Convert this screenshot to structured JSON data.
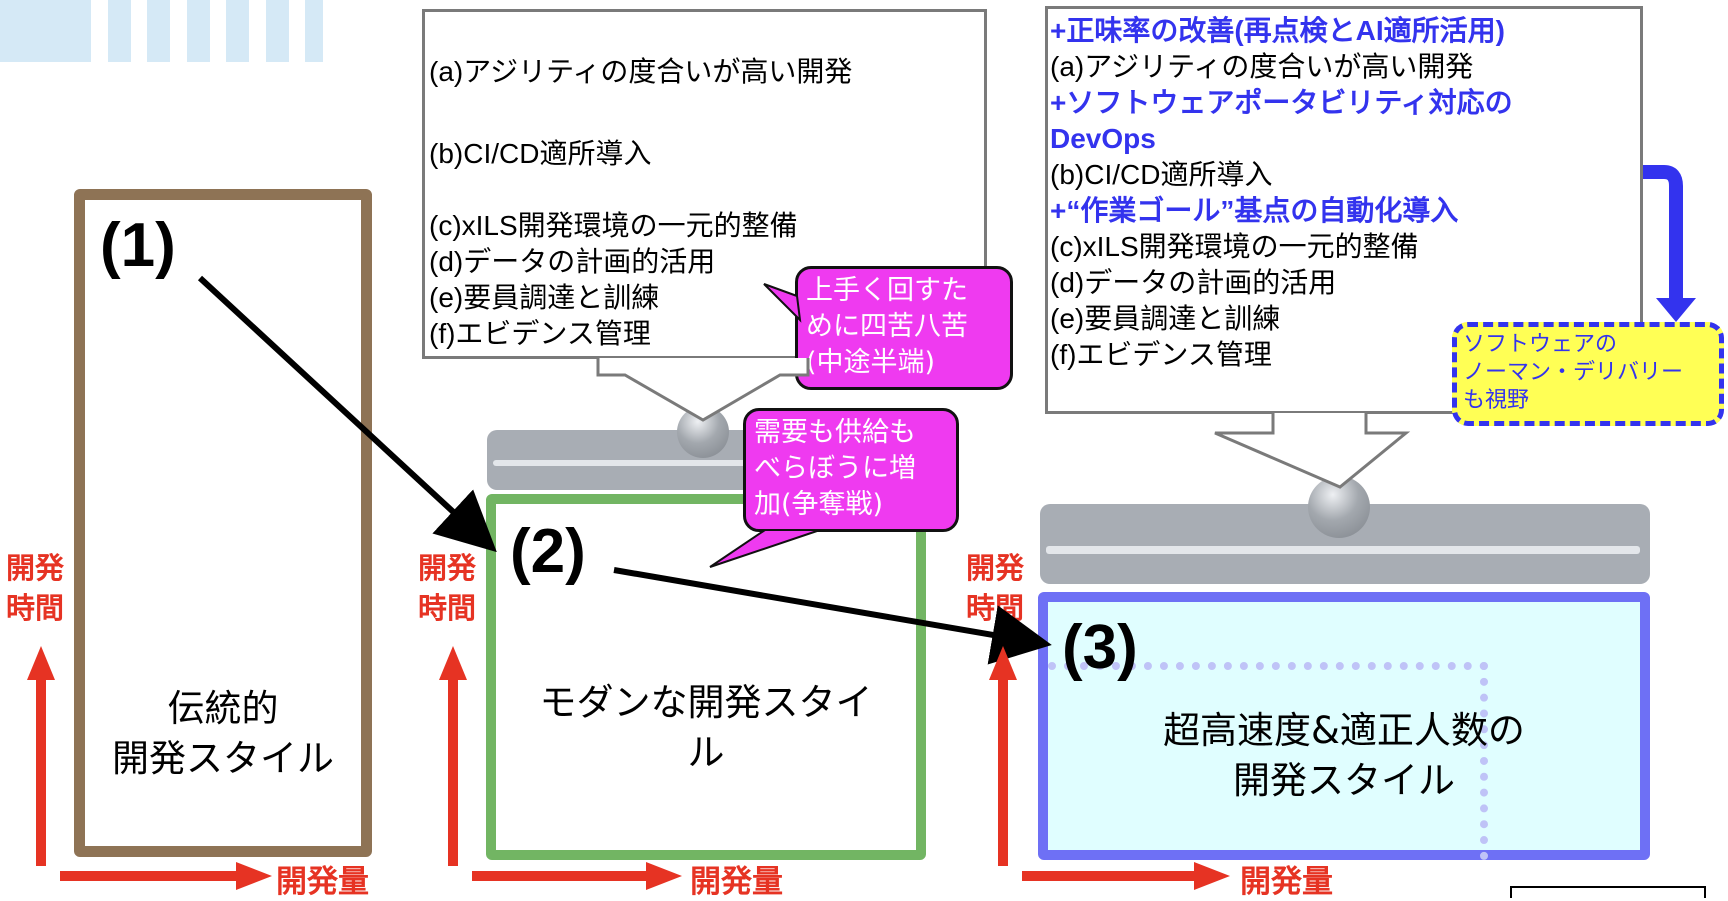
{
  "styles": [
    {
      "number": "(1)",
      "label_lines": [
        "伝統的",
        "開発スタイル"
      ],
      "border_color": "#8e7355"
    },
    {
      "number": "(2)",
      "label_lines": [
        "モダンな開発スタイ",
        "ル"
      ],
      "border_color": "#72b563"
    },
    {
      "number": "(3)",
      "label_lines": [
        "超高速度&適正人数の",
        "開発スタイル"
      ],
      "border_color": "#6e70f5",
      "fill_color": "#e0feff"
    }
  ],
  "axes": {
    "y_label_lines": [
      "開発",
      "時間"
    ],
    "x_label": "開発量",
    "color": "#e63323"
  },
  "modern_list": {
    "items": [
      "(a)アジリティの度合いが高い開発",
      "(b)CI/CD適所導入",
      "(c)xILS開発環境の一元的整備",
      "(d)データの計画的活用",
      "(e)要員調達と訓練",
      "(f)エビデンス管理"
    ]
  },
  "advanced_list": {
    "lines": [
      {
        "text": "+正味率の改善(再点検とAI適所活用)",
        "highlight": true
      },
      {
        "text": "(a)アジリティの度合いが高い開発",
        "highlight": false
      },
      {
        "text": "+ソフトウェアポータビリティ対応の",
        "highlight": true
      },
      {
        "text": "DevOps",
        "highlight": true
      },
      {
        "text": "(b)CI/CD適所導入",
        "highlight": false
      },
      {
        "text": "+“作業ゴール”基点の自動化導入",
        "highlight": true
      },
      {
        "text": "(c)xILS開発環境の一元的整備",
        "highlight": false
      },
      {
        "text": "(d)データの計画的活用",
        "highlight": false
      },
      {
        "text": "(e)要員調達と訓練",
        "highlight": false
      },
      {
        "text": "(f)エビデンス管理",
        "highlight": false
      }
    ],
    "highlight_color": "#3333ee"
  },
  "callouts": {
    "struggle": {
      "lines": [
        "上手く回すた",
        "めに四苦八苦",
        "(中途半端)"
      ]
    },
    "demand": {
      "lines": [
        "需要も供給も",
        "べらぼうに増",
        "加(争奪戦)"
      ]
    },
    "callout_color": "#ef3af0"
  },
  "note": {
    "lines": [
      "ソフトウェアの",
      "ノーマン・デリバリー",
      "も視野"
    ],
    "bg_color": "#ffff55",
    "border_color": "#3333ee"
  }
}
